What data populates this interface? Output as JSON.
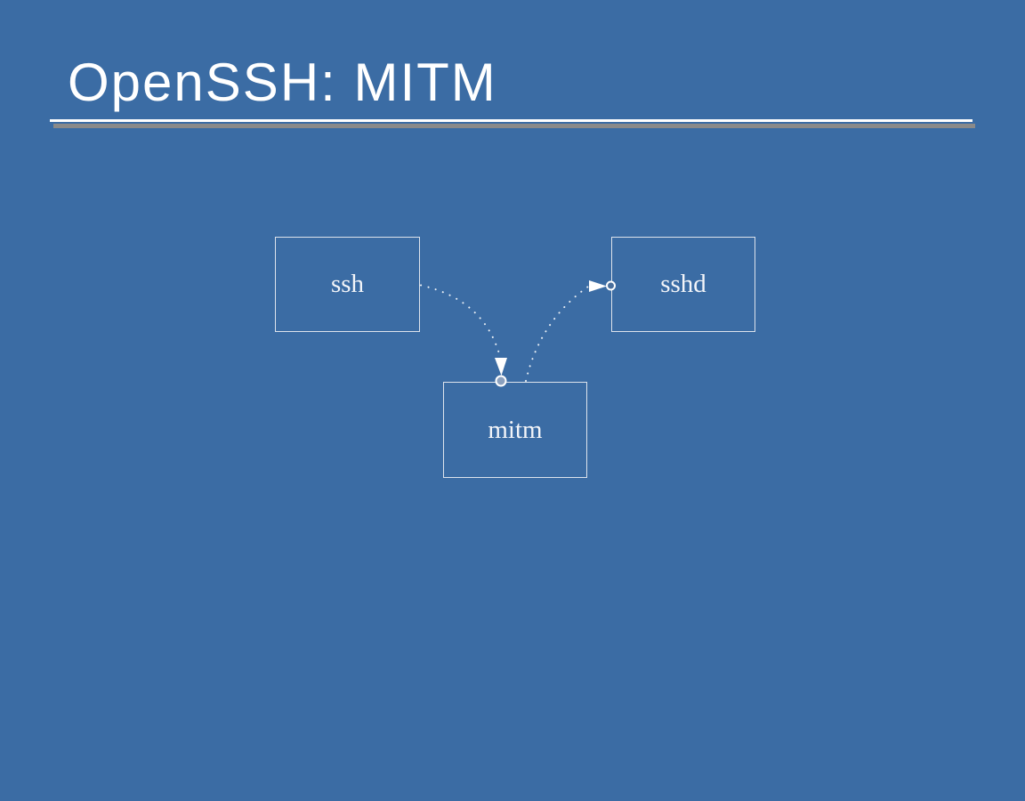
{
  "slide": {
    "title": "OpenSSH: MITM"
  },
  "diagram": {
    "nodes": [
      {
        "id": "ssh",
        "label": "ssh"
      },
      {
        "id": "sshd",
        "label": "sshd"
      },
      {
        "id": "mitm",
        "label": "mitm"
      }
    ],
    "edges": [
      {
        "from": "ssh",
        "to": "mitm",
        "style": "dotted",
        "arrow": "filled-wedge-with-ring"
      },
      {
        "from": "mitm",
        "to": "sshd",
        "style": "dotted",
        "arrow": "filled-wedge-with-ring"
      }
    ]
  },
  "colors": {
    "background": "#3B6CA4",
    "title_text": "#FFFFFF",
    "rule_white": "#FFFFFF",
    "rule_shadow": "#8A8A8A",
    "node_border": "#DDE3EC",
    "node_text": "#F3F5F9",
    "edge_dots": "#FFFFFF",
    "arrow_fill": "#FFFFFF",
    "ring_mitm_fill": "#8AA0BE",
    "ring_sshd_fill": "#4A6F9C"
  }
}
